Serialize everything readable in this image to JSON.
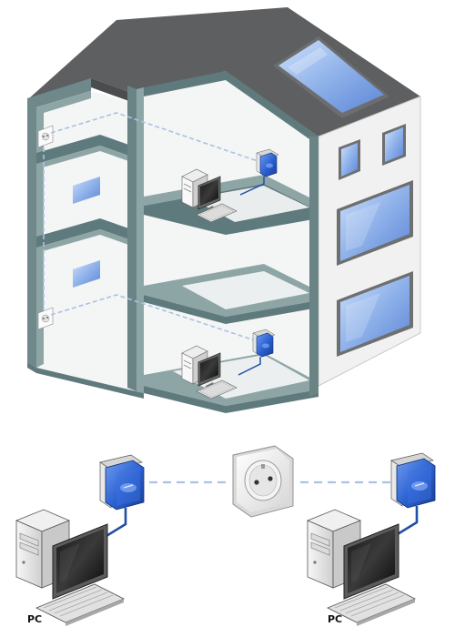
{
  "labels": {
    "left_pc": "PC",
    "right_pc": "PC"
  },
  "colors": {
    "roof": "#5d5f61",
    "roof_dark": "#3e4042",
    "wall_frame": "#5f7a7c",
    "wall_frame_light": "#8ea5a6",
    "interior": "#f4f5f5",
    "facade": "#f2f2f2",
    "window_glass": "#8fb2ea",
    "adapter_blue": "#2a5fd0",
    "network_dash": "#a9c2e6",
    "cable_blue": "#1f4fa8"
  },
  "icons": [
    "house-cutaway-illustration",
    "powerline-adapter-icon",
    "wall-socket-icon",
    "computer-icon"
  ]
}
